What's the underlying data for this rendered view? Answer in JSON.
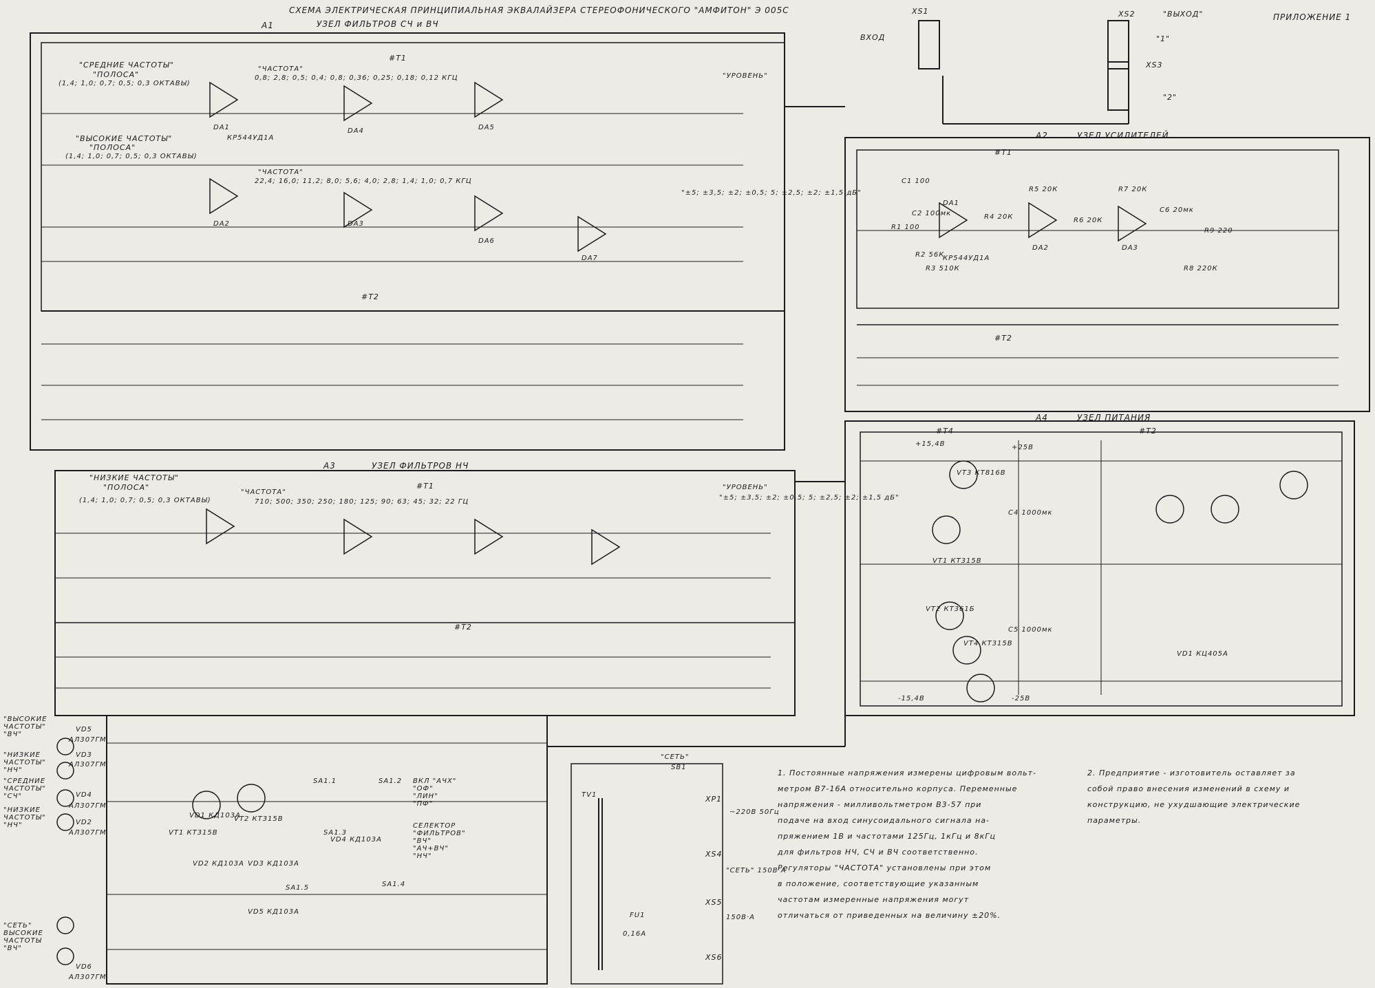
{
  "header": {
    "title_line1": "СХЕМА  ЭЛЕКТРИЧЕСКАЯ  ПРИНЦИПИАЛЬНАЯ  ЭКВАЛАЙЗЕРА СТЕРЕОФОНИЧЕСКОГО \"АМФИТОН\" Э 005С",
    "title_line2": "УЗЕЛ  ФИЛЬТРОВ  СЧ и ВЧ",
    "appendix": "ПРИЛОЖЕНИЕ 1"
  },
  "blocks": {
    "a1": {
      "id": "A1",
      "title": "УЗЕЛ ФИЛЬТРОВ СЧ и ВЧ",
      "channel1": "#Т1",
      "channel2": "#Т2",
      "mid_label": "\"СРЕДНИЕ ЧАСТОТЫ\"",
      "mid_band_label": "\"ПОЛОСА\"",
      "mid_band_values": "(1,4; 1,0; 0,7; 0,5; 0,3 ОКТАВЫ)",
      "high_label": "\"ВЫСОКИЕ ЧАСТОТЫ\"",
      "high_band_label": "\"ПОЛОСА\"",
      "high_band_values": "(1,4; 1,0; 0,7; 0,5; 0,3 ОКТАВЫ)",
      "freq1_label": "\"ЧАСТОТА\"",
      "freq1_values": "0,8; 2,8; 0,5; 0,4; 0,8; 0,36; 0,25; 0,18; 0,12 КГЦ",
      "freq2_label": "\"ЧАСТОТА\"",
      "freq2_values": "22,4; 16,0; 11,2; 8,0; 5,6; 4,0; 2,8; 1,4; 1,0; 0,7 КГЦ",
      "level_label": "\"УРОВЕНЬ\"",
      "level_values": "\"±5; ±3,5; ±2; ±0,5; 5; ±2,5; ±2; ±1,5 дБ\"",
      "ic_da1": "DA1",
      "ic_da2": "DA2",
      "ic_da3": "DA3",
      "ic_da4": "DA4",
      "ic_da5": "DA5",
      "ic_da6": "DA6",
      "ic_da7": "DA7",
      "ic_type": "КР544УД1А"
    },
    "a2": {
      "id": "A2",
      "title": "УЗЕЛ УСИЛИТЕЛЕЙ",
      "channel1": "#Т1",
      "channel2": "#Т2",
      "ic_da1": "DA1",
      "ic_da2": "DA2",
      "ic_da3": "DA3",
      "ic_type": "КР544УД1А",
      "r1": "R1 100",
      "r2": "R2 56К",
      "r3": "R3 510К",
      "r4": "R4 20К",
      "r5": "R5 20К",
      "r6": "R6 20К",
      "r7": "R7 20К",
      "r8": "R8 220К",
      "r9": "R9 220",
      "c1": "C1 100",
      "c2": "C2 100мк",
      "c6": "C6 20мк"
    },
    "a3": {
      "id": "A3",
      "title": "УЗЕЛ ФИЛЬТРОВ НЧ",
      "channel1": "#Т1",
      "channel2": "#Т2",
      "low_label": "\"НИЗКИЕ ЧАСТОТЫ\"",
      "band_label": "\"ПОЛОСА\"",
      "band_values": "(1,4; 1,0; 0,7; 0,5; 0,3 ОКТАВЫ)",
      "freq_label": "\"ЧАСТОТА\"",
      "freq_values": "710; 500; 350; 250; 180; 125; 90; 63; 45; 32; 22 ГЦ",
      "level_label": "\"УРОВЕНЬ\"",
      "level_values": "\"±5; ±3,5; ±2; ±0,5; 5; ±2,5; ±2; ±1,5 дБ\""
    },
    "a4": {
      "id": "А4",
      "title": "УЗЕЛ ПИТАНИЯ",
      "channel1": "#Т4",
      "channel2": "#Т2",
      "v_plus": "+15,4В",
      "v_minus": "-15,4В",
      "v_plus2": "+25В",
      "v_minus2": "-25В",
      "vt1": "VT1 КТ315В",
      "vt2": "VT2 КТ361Б",
      "vt3": "VT3 КТ816В",
      "vt4": "VT4 КТ315В",
      "vd1": "VD1 КЦ405А",
      "c4": "C4 1000мк",
      "c5": "C5 1000мк"
    }
  },
  "connectors": {
    "xs1": "XS1",
    "xs1_label": "ВХОД",
    "xs2": "XS2",
    "xs2_label": "\"ВЫХОД\"",
    "xs3": "XS3",
    "out1": "\"1\"",
    "out2": "\"2\"",
    "xp1": "XP1",
    "xp1_label": "~220В 50Гц",
    "xs4": "XS4",
    "xs4_label": "\"СЕТЬ\" 150В А",
    "xs5": "XS5",
    "xs5_label": "150В·А",
    "xs6": "XS6",
    "sb1": "SB1",
    "sb1_label": "\"СЕТЬ\"",
    "tv1": "TV1",
    "fu1": "FU1",
    "fu1_value": "0,16А"
  },
  "indicators": {
    "vd5_text": "\"ВЫСОКИЕ ЧАСТОТЫ\" \"ВЧ\"",
    "vd5": "VD5",
    "vd5_type": "АЛ307ГМ",
    "vd3_text": "\"НИЗКИЕ ЧАСТОТЫ\" \"НЧ\"",
    "vd3": "VD3",
    "vd3_type": "АЛ307ГМ",
    "vd4_text": "\"СРЕДНИЕ ЧАСТОТЫ\" \"СЧ\"",
    "vd4": "VD4",
    "vd4_type": "АЛ307ГМ",
    "vd2_text": "\"НИЗКИЕ ЧАСТОТЫ\" \"НЧ\"",
    "vd2": "VD2",
    "vd2_type": "АЛ307ГМ",
    "net_text": "\"СЕТЬ\" ВЫСОКИЕ ЧАСТОТЫ \"ВЧ\"",
    "vd6": "VD6",
    "vd6_type": "АЛ307ГМ"
  },
  "switch_block": {
    "mode_label": "ВКЛ \"АЧХ\" \"ОФ\" \"ЛИН\" \"ПФ\"",
    "selector_label": "СЕЛЕКТОР \"ФИЛЬТРОВ\" \"ВЧ\" \"АЧ+ВЧ\" \"НЧ\"",
    "sa": "SA1.1",
    "sa2": "SA1.2",
    "sa3": "SA1.3",
    "sa4": "SA1.4",
    "sa5": "SA1.5",
    "vt1": "VT1 КТ315В",
    "vt2": "VT2 КТ315В",
    "vd1": "VD1 КД103А",
    "vd2": "VD2 КД103А",
    "vd3": "VD3 КД103А",
    "vd4": "VD4 КД103А",
    "vd5": "VD5 КД103А"
  },
  "notes": {
    "n1_line1": "1. Постоянные напряжения измерены цифровым вольт-",
    "n1_line2": "метром В7-16А относительно корпуса. Переменные",
    "n1_line3": "напряжения - милливольтметром В3-57 при",
    "n1_line4": "подаче на вход синусоидального сигнала на-",
    "n1_line5": "пряжением 1В и частотами 125Гц, 1кГц и 8кГц",
    "n1_line6": "для фильтров НЧ, СЧ и ВЧ соответственно.",
    "n1_line7": "Регуляторы \"ЧАСТОТА\" установлены при этом",
    "n1_line8": "в положение, соответствующие указанным",
    "n1_line9": "частотам измеренные напряжения могут",
    "n1_line10": "отличаться от приведенных на величину ±20%.",
    "n2_line1": "2. Предприятие - изготовитель оставляет за",
    "n2_line2": "собой право внесения изменений в схему и",
    "n2_line3": "конструкцию, не ухудшающие электрические",
    "n2_line4": "параметры."
  }
}
